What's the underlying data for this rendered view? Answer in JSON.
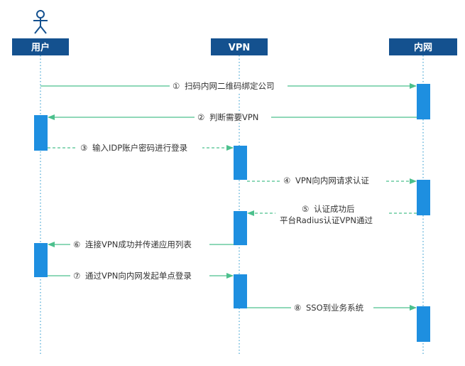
{
  "participants": [
    {
      "id": "user",
      "label": "用户",
      "has_actor_icon": true
    },
    {
      "id": "vpn",
      "label": "VPN",
      "has_actor_icon": false
    },
    {
      "id": "intranet",
      "label": "内网",
      "has_actor_icon": false
    }
  ],
  "messages": [
    {
      "num": "①",
      "text": [
        "扫码内网二维码绑定公司"
      ],
      "from": "user",
      "to": "intranet",
      "style": "solid"
    },
    {
      "num": "②",
      "text": [
        "判断需要VPN"
      ],
      "from": "intranet",
      "to": "user",
      "style": "solid"
    },
    {
      "num": "③",
      "text": [
        "输入IDP账户密码进行登录"
      ],
      "from": "user",
      "to": "vpn",
      "style": "dashed"
    },
    {
      "num": "④",
      "text": [
        "VPN向内网请求认证"
      ],
      "from": "vpn",
      "to": "intranet",
      "style": "dashed"
    },
    {
      "num": "⑤",
      "text": [
        "认证成功后",
        "平台Radius认证VPN通过"
      ],
      "from": "intranet",
      "to": "vpn",
      "style": "dashed"
    },
    {
      "num": "⑥",
      "text": [
        "连接VPN成功并传递应用列表"
      ],
      "from": "vpn",
      "to": "user",
      "style": "solid"
    },
    {
      "num": "⑦",
      "text": [
        "通过VPN向内网发起单点登录"
      ],
      "from": "user",
      "to": "vpn",
      "style": "solid"
    },
    {
      "num": "⑧",
      "text": [
        "SSO到业务系统"
      ],
      "from": "vpn",
      "to": "intranet",
      "style": "solid"
    }
  ],
  "colors": {
    "header_bg": "#14518f",
    "lifeline": "#5bb0d8",
    "activation": "#1e8fe0",
    "arrow": "#4cc08d",
    "text": "#333333"
  }
}
